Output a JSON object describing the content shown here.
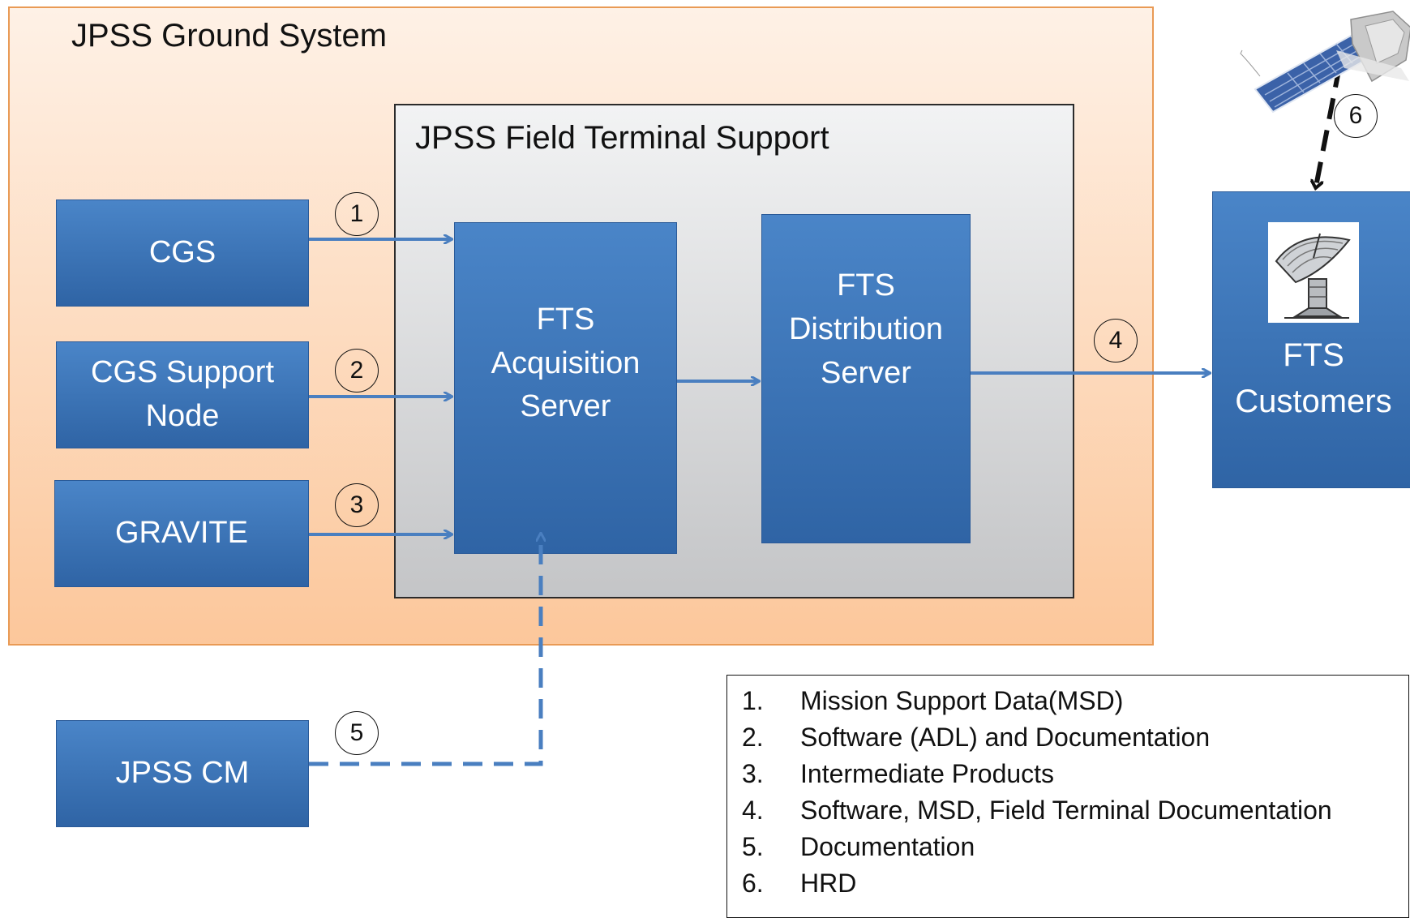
{
  "ground_system": {
    "title": "JPSS Ground System"
  },
  "field_terminal_support": {
    "title": "JPSS Field Terminal Support"
  },
  "sources": {
    "cgs": "CGS",
    "cgs_support_node": [
      "CGS Support",
      "Node"
    ],
    "gravite": "GRAVITE",
    "jpss_cm": "JPSS CM"
  },
  "servers": {
    "acquisition": [
      "FTS",
      "Acquisition",
      "Server"
    ],
    "distribution": [
      "FTS",
      "Distribution",
      "Server"
    ]
  },
  "customers": [
    "FTS",
    "Customers"
  ],
  "flow_numbers": [
    "1",
    "2",
    "3",
    "4",
    "5",
    "6"
  ],
  "legend": [
    {
      "num": "1.",
      "text": "Mission Support Data(MSD)"
    },
    {
      "num": "2.",
      "text": "Software (ADL) and Documentation"
    },
    {
      "num": "3.",
      "text": "Intermediate Products"
    },
    {
      "num": "4.",
      "text": "Software, MSD, Field Terminal Documentation"
    },
    {
      "num": "5.",
      "text": "Documentation"
    },
    {
      "num": "6.",
      "text": "HRD"
    }
  ],
  "icons": {
    "satellite": "satellite-icon",
    "dish": "satellite-dish-icon"
  },
  "colors": {
    "ground_fill_top": "#fef1e6",
    "ground_fill_bottom": "#fcc79b",
    "ground_border": "#e99a55",
    "box_blue": "#3a73b8",
    "arrow_blue": "#4a7fc0",
    "hrd_arrow": "#111111"
  }
}
